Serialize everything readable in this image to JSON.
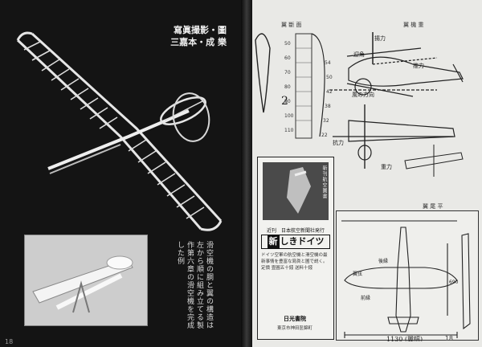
{
  "left_page": {
    "caption": {
      "line1": "寫眞撮影・圖",
      "line2": "三嘉本・成 樂"
    },
    "description": "滑空機の胴と翼の構造は左から順に組み立てる製作第六章の滑空機を完成した例",
    "page_number": "18"
  },
  "right_page": {
    "header_left": "翼 斷 面",
    "header_right": "翼 機 重",
    "figure_label": "翼 尾 平",
    "forces": {
      "lift": "揚力",
      "gravity": "重力",
      "thrust": "推力",
      "drag": "抗力",
      "wind_dir": "風の方向",
      "attack": "迎角"
    },
    "wing_section": {
      "chord_numbers": [
        "50",
        "60",
        "70",
        "80",
        "90",
        "100",
        "110"
      ],
      "right_numbers": [
        "54",
        "50",
        "42",
        "38",
        "32",
        "22"
      ],
      "big_label": "2"
    },
    "ad": {
      "image_text": "新刊航空圖書",
      "strip": "近刊　日本航空新聞社発行",
      "title_new": "新",
      "title_rest": "しきドイツ",
      "body": "ドイツ空軍の航空機と滑空機の最新事情を豊富な寫眞と圖で説く。定價 壹圓五十錢 送料十錢",
      "publisher": "日光書院",
      "publisher_sub": "東京市神田區錦町"
    },
    "drawing": {
      "labels": {
        "span": "1130",
        "span_unit": "(翼幅)",
        "chord": "前縁",
        "trailing": "後縁",
        "wing": "翼弦",
        "height": "690"
      }
    },
    "page_number": "18"
  }
}
